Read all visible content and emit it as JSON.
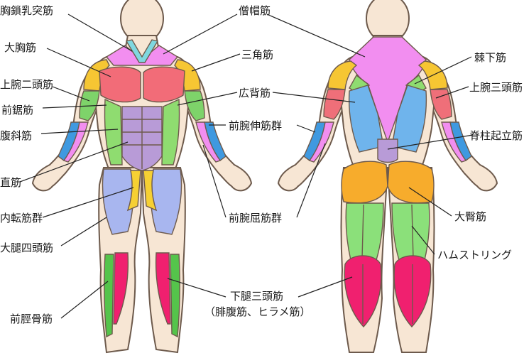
{
  "labels": {
    "sternocleidomastoid": "胸鎖乳突筋",
    "pectoralis": "大胸筋",
    "biceps": "上腕二頭筋",
    "serratus": "前鋸筋",
    "obliques": "腹斜筋",
    "rectus_abdominis": "直筋",
    "adductors": "内転筋群",
    "quadriceps": "大腿四頭筋",
    "tibialis": "前脛骨筋",
    "trapezius": "僧帽筋",
    "deltoid": "三角筋",
    "latissimus": "広背筋",
    "forearm_extensors": "前腕伸筋群",
    "forearm_flexors": "前腕屈筋群",
    "triceps_surae": "下腿三頭筋",
    "triceps_surae_sub": "（腓腹筋、ヒラメ筋）",
    "infraspinatus": "棘下筋",
    "triceps": "上腕三頭筋",
    "erector_spinae": "脊柱起立筋",
    "gluteus": "大臀筋",
    "hamstrings": "ハムストリング"
  },
  "colors": {
    "skin": "#f7e6d4",
    "outline": "#6d5a4c",
    "trapezius": "#f28ef0",
    "neck": "#7fd8e0",
    "deltoid": "#f6c633",
    "pectoral": "#f26c78",
    "biceps": "#7ed36a",
    "abs": "#b89bd7",
    "obliques": "#8fdc70",
    "forearm_ext": "#3f99e0",
    "forearm_flex": "#f28ef0",
    "thigh": "#a8b6ef",
    "adductor": "#f6d033",
    "tibialis": "#55c44b",
    "calf": "#f0206f",
    "lat": "#6fb4ec",
    "glute": "#f7ac2c",
    "hamstring": "#8be07a",
    "triceps": "#ef6f79"
  }
}
